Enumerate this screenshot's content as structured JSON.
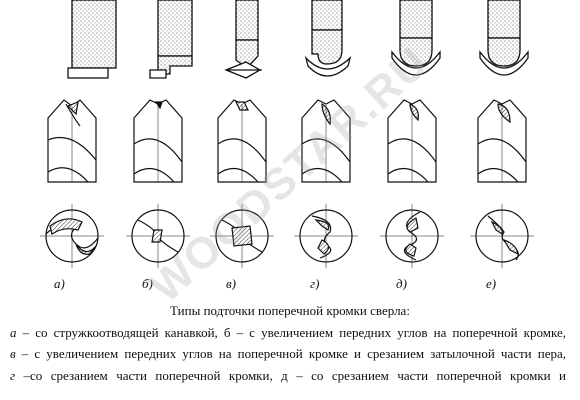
{
  "figure": {
    "variant_labels": [
      "а)",
      "б)",
      "в)",
      "г)",
      "д)",
      "е)"
    ],
    "watermark": "WOODSTAR.RU"
  },
  "caption": {
    "title": "Типы подточки поперечной кромки сверла:",
    "lines": [
      {
        "letter": "а",
        "text": " – со стружкоотводящей канавкой, б – с увеличением передних углов на поперечной кромке,"
      },
      {
        "letter": "в",
        "text": " – с увеличением передних углов на поперечной кромке и срезанием затылочной части пера,"
      },
      {
        "letter": "г",
        "text": " –со срезанием части поперечной кромки, д – со срезанием части поперечной кромки и"
      }
    ]
  }
}
